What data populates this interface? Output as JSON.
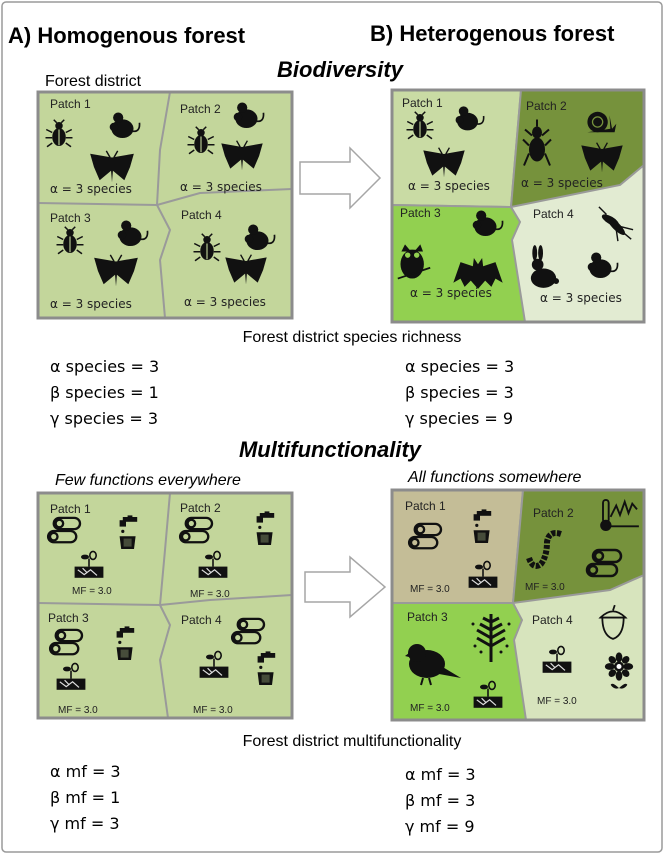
{
  "titles": {
    "a": "A) Homogenous forest",
    "b": "B) Heterogenous forest"
  },
  "biodiversity": {
    "heading": "Biodiversity",
    "district_label": "Forest district",
    "richness_label": "Forest district species richness",
    "a": {
      "patches": [
        {
          "label": "Patch 1",
          "alpha": "α = 3 species",
          "icons": [
            "beetle-icon",
            "mouse-icon",
            "moth-icon"
          ]
        },
        {
          "label": "Patch 2",
          "alpha": "α = 3 species",
          "icons": [
            "mouse-icon",
            "beetle-icon",
            "moth-icon"
          ]
        },
        {
          "label": "Patch  3",
          "alpha": "α = 3 species",
          "icons": [
            "beetle-icon",
            "mouse-icon",
            "moth-icon"
          ]
        },
        {
          "label": "Patch 4",
          "alpha": "α = 3 species",
          "icons": [
            "beetle-icon",
            "mouse-icon",
            "moth-icon"
          ]
        }
      ],
      "metrics": [
        "α species = 3",
        "β species = 1",
        "γ species = 3"
      ]
    },
    "b": {
      "patches": [
        {
          "label": "Patch 1",
          "alpha": "α = 3 species",
          "color": "#c9dba4",
          "icons": [
            "beetle-icon",
            "mouse-icon",
            "moth-icon"
          ]
        },
        {
          "label": "Patch 2",
          "alpha": "α = 3 species",
          "color": "#76923c",
          "icons": [
            "weevil-icon",
            "snail-icon",
            "moth-icon"
          ]
        },
        {
          "label": "Patch  3",
          "alpha": "α = 3 species",
          "color": "#92d050",
          "icons": [
            "mouse-icon",
            "owl-icon",
            "bat-icon"
          ]
        },
        {
          "label": "Patch  4",
          "alpha": "α = 3 species",
          "color": "#e2ebd2",
          "icons": [
            "mosquito-icon",
            "rabbit-icon",
            "mouse-icon"
          ]
        }
      ],
      "metrics": [
        "α species = 3",
        "β species = 3",
        "γ species = 9"
      ]
    }
  },
  "multifunctionality": {
    "heading": "Multifunctionality",
    "a_subtitle": "Few functions everywhere",
    "b_subtitle": "All functions somewhere",
    "district_label": "Forest district multifunctionality",
    "a": {
      "patches": [
        {
          "label": "Patch 1",
          "mf": "MF = 3.0",
          "icons": [
            "logs-icon",
            "water-tap-icon",
            "seedling-icon"
          ]
        },
        {
          "label": "Patch 2",
          "mf": "MF = 3.0",
          "icons": [
            "logs-icon",
            "water-tap-icon",
            "seedling-icon"
          ]
        },
        {
          "label": "Patch 3",
          "mf": "MF = 3.0",
          "icons": [
            "logs-icon",
            "water-tap-icon",
            "seedling-icon"
          ]
        },
        {
          "label": "Patch 4",
          "mf": "MF = 3.0",
          "icons": [
            "logs-icon",
            "seedling-icon",
            "water-tap-icon"
          ]
        }
      ],
      "metrics": [
        "α mf = 3",
        "β mf = 1",
        "γ mf = 3"
      ]
    },
    "b": {
      "patches": [
        {
          "label": "Patch 1",
          "mf": "MF = 3.0",
          "color": "#c4bd97",
          "icons": [
            "logs-icon",
            "water-tap-icon",
            "seedling-icon"
          ]
        },
        {
          "label": "Patch 2",
          "mf": "MF = 3.0",
          "color": "#76923c",
          "icons": [
            "thermometer-icon",
            "worm-icon",
            "logs-icon"
          ]
        },
        {
          "label": "Patch 3",
          "mf": "MF = 3.0",
          "color": "#92d050",
          "icons": [
            "bird-icon",
            "tree-icon",
            "seedling-icon"
          ]
        },
        {
          "label": "Patch 4",
          "mf": "MF = 3.0",
          "color": "#d7e4bd",
          "icons": [
            "acorn-icon",
            "seedling-icon",
            "flower-icon"
          ]
        }
      ],
      "metrics": [
        "α mf = 3",
        "β mf = 3",
        "γ mf = 9"
      ]
    }
  },
  "colors": {
    "homogenous_patch": "#c3d69b",
    "border": "#8c8c8c"
  }
}
